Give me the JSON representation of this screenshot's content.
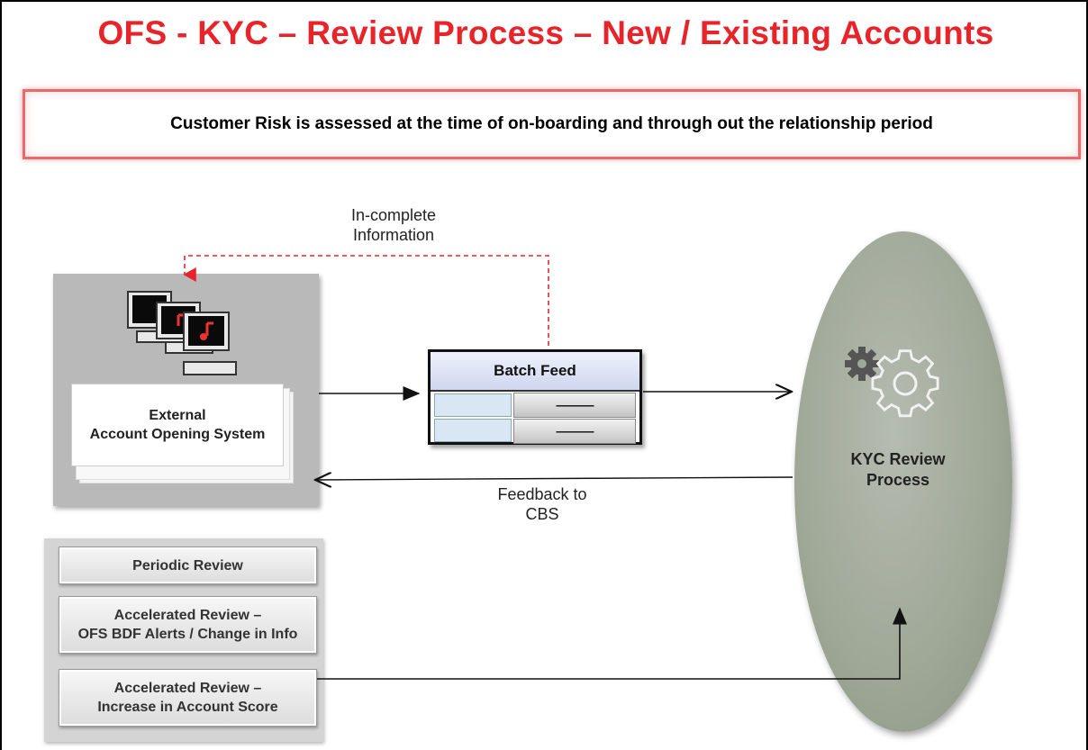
{
  "title": "OFS - KYC – Review Process – New / Existing Accounts",
  "banner": "Customer Risk is assessed at the time of on-boarding and through out the relationship period",
  "labels": {
    "incomplete_info": "In-complete\nInformation",
    "feedback": "Feedback to\nCBS"
  },
  "external_system": {
    "label": "External\nAccount Opening  System",
    "icon": "computers-icon"
  },
  "batch_feed": {
    "header": "Batch Feed",
    "rows": [
      "--------------",
      "--------------"
    ]
  },
  "kyc_review": {
    "label": "KYC Review\nProcess",
    "icon": "gears-icon"
  },
  "reviews": [
    "Periodic Review",
    "Accelerated Review –\nOFS BDF Alerts / Change in Info",
    "Accelerated Review –\nIncrease in Account  Score"
  ],
  "colors": {
    "title": "#e8242b",
    "banner_border": "#e86a6a",
    "dashed_arrow": "#e8242b",
    "ellipse": "#a0a898"
  }
}
